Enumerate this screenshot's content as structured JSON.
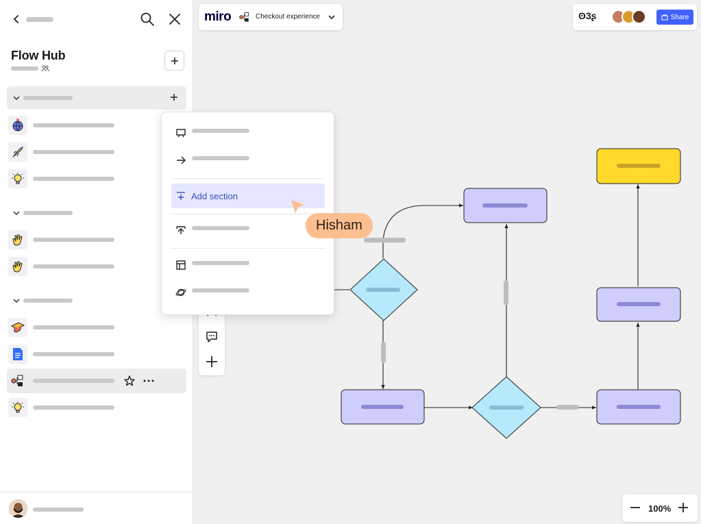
{
  "sidebar": {
    "title": "Flow Hub",
    "groups": [
      {
        "items": [
          {
            "icon": "globe-sticker-icon"
          },
          {
            "icon": "rocket-sticker-icon"
          },
          {
            "icon": "lightbulb-sticker-icon"
          }
        ]
      },
      {
        "items": [
          {
            "icon": "waving-hand-sticker-icon"
          },
          {
            "icon": "waving-hand-sticker-icon"
          }
        ]
      },
      {
        "items": [
          {
            "icon": "graduation-cap-sticker-icon"
          },
          {
            "icon": "document-icon"
          },
          {
            "icon": "flowchart-icon"
          },
          {
            "icon": "lightbulb-sticker-icon"
          }
        ]
      }
    ]
  },
  "topbar": {
    "logo": "miro",
    "board_name": "Checkout experience",
    "share_label": "Share",
    "reactions": "ʘ3ʂ"
  },
  "menu": {
    "highlighted_label": "Add section"
  },
  "cursor": {
    "user_name": "Hisham",
    "color": "#fdbf8f"
  },
  "zoom": {
    "value": "100%"
  },
  "colors": {
    "accent": "#4262ff",
    "process_node": "#cfcdfb",
    "decision_node": "#b5e9fb",
    "end_node": "#ffd92b"
  }
}
